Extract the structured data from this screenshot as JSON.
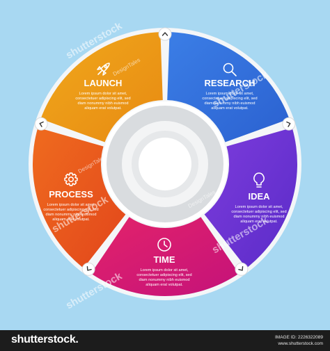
{
  "steps": [
    {
      "key": "launch",
      "title": "LAUNCH",
      "icon": "rocket-icon",
      "color": "#f0a81c",
      "color2": "#e88a12",
      "text": [
        "Lorem ipsum dolor sit amet,",
        "consectetuer adipiscing elit, sed",
        "diam nonummy nibh euismod",
        "aliquam erat volutpat."
      ]
    },
    {
      "key": "research",
      "title": "RESEARCH",
      "icon": "magnifier-icon",
      "color": "#3b7ee6",
      "color2": "#2b61d0",
      "text": [
        "Lorem ipsum dolor sit amet,",
        "consectetuer adipiscing elit, sed",
        "diam nonummy nibh euismod",
        "aliquam erat volutpat."
      ]
    },
    {
      "key": "idea",
      "title": "IDEA",
      "icon": "lightbulb-icon",
      "color": "#7d3cdc",
      "color2": "#5a2bc8",
      "text": [
        "Lorem ipsum dolor sit amet,",
        "consectetuer adipiscing elit, sed",
        "diam nonummy nibh euismod",
        "aliquam erat volutpat."
      ]
    },
    {
      "key": "time",
      "title": "TIME",
      "icon": "clock-icon",
      "color": "#e3236a",
      "color2": "#c4127a",
      "text": [
        "Lorem ipsum dolor sit amet,",
        "consectetuer adipiscing elit, sed",
        "diam nonummy nibh euismod",
        "aliquam erat volutpat."
      ]
    },
    {
      "key": "process",
      "title": "PROCESS",
      "icon": "gear-icon",
      "color": "#ef6b1e",
      "color2": "#e2461c",
      "text": [
        "Lorem ipsum dolor sit amet,",
        "consectetuer adipiscing elit, sed",
        "diam nonummy nibh euismod",
        "aliquam erat volutpat."
      ]
    }
  ],
  "watermark": {
    "text": "shutterstock",
    "small": "DesignTales"
  },
  "footer": {
    "brand": "shutterstock.",
    "image_id": "IMAGE ID: 2226322089",
    "site": "www.shutterstock.com"
  }
}
